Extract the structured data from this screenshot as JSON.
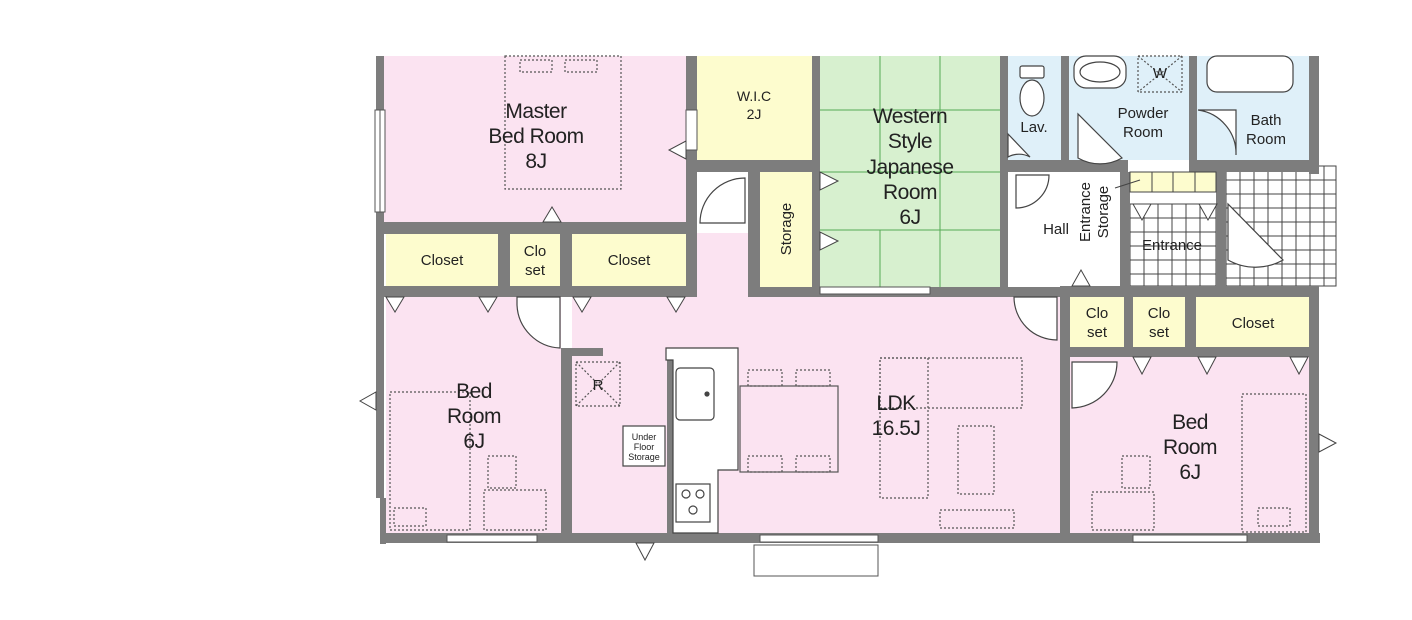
{
  "plan": {
    "colors": {
      "wall": "#7d7d7d",
      "bedroom_pink": "#fbe3f1",
      "storage_yellow": "#fdfcce",
      "tatami_green": "#d7f0cf",
      "wet_blue": "#dff0f9",
      "hall_white": "#ffffff"
    },
    "rooms": {
      "master_bedroom": {
        "line1": "Master",
        "line2": "Bed Room",
        "size": "8J"
      },
      "wic": {
        "name": "W.I.C",
        "size": "2J"
      },
      "japanese_room": {
        "line1": "Western",
        "line2": "Style",
        "line3": "Japanese",
        "line4": "Room",
        "size": "6J"
      },
      "lavatory": {
        "name": "Lav."
      },
      "washer": {
        "name": "W"
      },
      "powder_room": {
        "line1": "Powder",
        "line2": "Room"
      },
      "bath_room": {
        "line1": "Bath",
        "line2": "Room"
      },
      "storage_mid": {
        "name": "Storage"
      },
      "hall": {
        "name": "Hall"
      },
      "entrance_storage": {
        "line1": "Entrance",
        "line2": "Storage"
      },
      "entrance": {
        "name": "Entrance"
      },
      "closet_a": {
        "name": "Closet"
      },
      "closet_b": {
        "line1": "Clo",
        "line2": "set"
      },
      "closet_c": {
        "name": "Closet"
      },
      "closet_d": {
        "line1": "Clo",
        "line2": "set"
      },
      "closet_e": {
        "line1": "Clo",
        "line2": "set"
      },
      "closet_f": {
        "name": "Closet"
      },
      "bedroom_left": {
        "line1": "Bed",
        "line2": "Room",
        "size": "6J"
      },
      "refrigerator": {
        "name": "R"
      },
      "under_floor_storage": {
        "line1": "Under",
        "line2": "Floor",
        "line3": "Storage"
      },
      "ldk": {
        "name": "LDK",
        "size": "16.5J"
      },
      "bedroom_right": {
        "line1": "Bed",
        "line2": "Room",
        "size": "6J"
      }
    }
  }
}
